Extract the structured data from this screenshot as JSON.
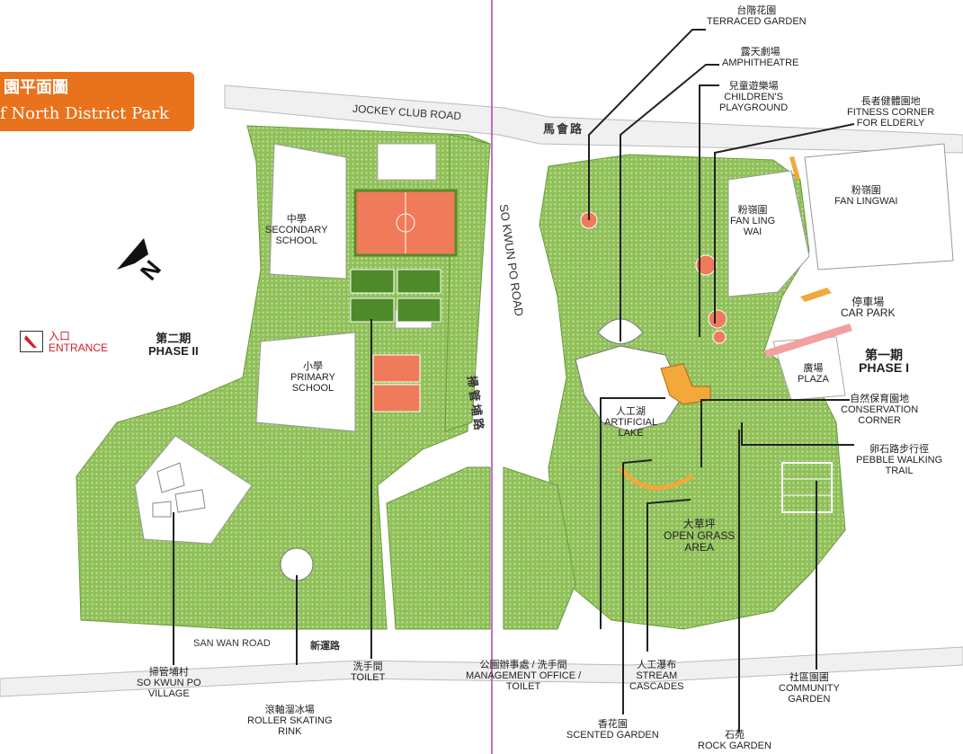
{
  "title": {
    "chinese": "園平面圖",
    "english": "f North District Park"
  },
  "roads": {
    "jockey_club": "JOCKEY CLUB ROAD",
    "jockey_club_cn": "馬會路",
    "so_kwun_po": "SO KWUN PO ROAD",
    "so_kwun_po_cn": "掃管埔路",
    "san_wan": "SAN WAN ROAD",
    "san_wan_cn": "新運路"
  },
  "entrance": {
    "cn": "入口",
    "en": "ENTRANCE"
  },
  "phases": {
    "two": {
      "cn": "第二期",
      "en": "PHASE II"
    },
    "one": {
      "cn": "第一期",
      "en": "PHASE I"
    }
  },
  "north_label": "N",
  "places": {
    "secondary_school": {
      "cn": "中學",
      "en1": "SECONDARY",
      "en2": "SCHOOL"
    },
    "primary_school": {
      "cn": "小學",
      "en1": "PRIMARY",
      "en2": "SCHOOL"
    },
    "fan_ling_wai_inner": {
      "cn": "粉嶺圍",
      "en1": "FAN LING",
      "en2": "WAI"
    },
    "fan_lingwai_outer": {
      "cn": "粉嶺圍",
      "en1": "FAN LINGWAI"
    },
    "car_park": {
      "cn": "停車場",
      "en1": "CAR PARK"
    },
    "plaza": {
      "cn": "廣場",
      "en1": "PLAZA"
    },
    "artificial_lake": {
      "cn": "人工湖",
      "en1": "ARTIFICIAL",
      "en2": "LAKE"
    },
    "open_grass": {
      "cn": "大草坪",
      "en1": "OPEN GRASS",
      "en2": "AREA"
    }
  },
  "callouts": {
    "terraced_garden": {
      "cn": "台階花園",
      "en1": "TERRACED GARDEN"
    },
    "amphitheatre": {
      "cn": "露天劇場",
      "en1": "AMPHITHEATRE"
    },
    "childrens_playground": {
      "cn": "兒童遊樂場",
      "en1": "CHILDREN'S",
      "en2": "PLAYGROUND"
    },
    "fitness_corner": {
      "cn": "長者健體園地",
      "en1": "FITNESS CORNER",
      "en2": "FOR ELDERLY"
    },
    "conservation_corner": {
      "cn": "自然保育園地",
      "en1": "CONSERVATION",
      "en2": "CORNER"
    },
    "pebble_walking": {
      "cn": "卵石路步行徑",
      "en1": "PEBBLE WALKING",
      "en2": "TRAIL"
    },
    "so_kwun_po_village": {
      "cn": "掃管埔村",
      "en1": "SO KWUN PO",
      "en2": "VILLAGE"
    },
    "roller_skating": {
      "cn": "滾軸溜冰場",
      "en1": "ROLLER SKATING",
      "en2": "RINK"
    },
    "toilet": {
      "cn": "洗手間",
      "en1": "TOILET"
    },
    "management_office": {
      "cn": "公園辦事處 / 洗手間",
      "en1": "MANAGEMENT OFFICE /",
      "en2": "TOILET"
    },
    "stream_cascades": {
      "cn": "人工瀑布",
      "en1": "STREAM",
      "en2": "CASCADES"
    },
    "community_garden": {
      "cn": "社區園圃",
      "en1": "COMMUNITY",
      "en2": "GARDEN"
    },
    "scented_garden": {
      "cn": "香花園",
      "en1": "SCENTED GARDEN"
    },
    "rock_garden": {
      "cn": "石苑",
      "en1": "ROCK GARDEN"
    }
  },
  "colors": {
    "park_green": "#8fc05a",
    "light_green": "#c9e3a0",
    "road_gray": "#eeeeee",
    "orange": "#e8731c",
    "court_red": "#ef7b5a",
    "entrance_red": "#d0202a",
    "divider_purple": "#b040b0"
  }
}
